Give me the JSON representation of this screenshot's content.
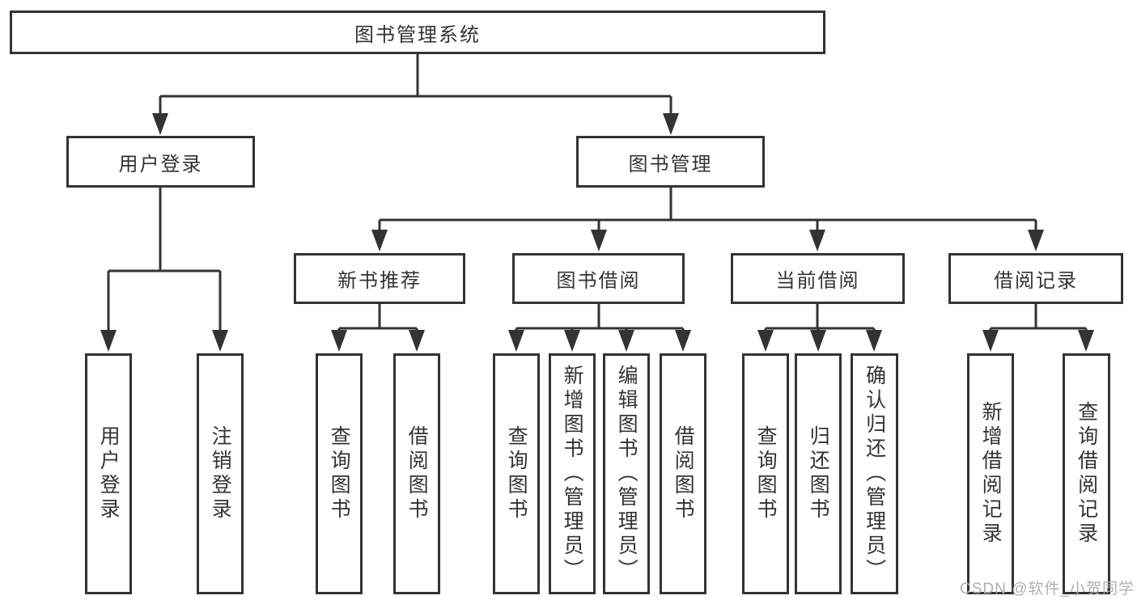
{
  "tree": {
    "root": "图书管理系统",
    "login": {
      "label": "用户登录",
      "children": [
        "用户登录",
        "注销登录"
      ]
    },
    "manage": {
      "label": "图书管理"
    },
    "sections": [
      {
        "label": "新书推荐",
        "children": [
          "查询图书",
          "借阅图书"
        ]
      },
      {
        "label": "图书借阅",
        "children": [
          "查询图书",
          "新增图书（管理员）",
          "编辑图书（管理员）",
          "借阅图书"
        ]
      },
      {
        "label": "当前借阅",
        "children": [
          "查询图书",
          "归还图书",
          "确认归还（管理员）"
        ]
      },
      {
        "label": "借阅记录",
        "children": [
          "新增借阅记录",
          "查询借阅记录"
        ]
      }
    ]
  },
  "watermark": {
    "text": "CSDN @软件_小贺同学"
  },
  "colors": {
    "line": "#333333",
    "text": "#333333",
    "background": "#ffffff",
    "watermark": "#b0b0b0"
  }
}
